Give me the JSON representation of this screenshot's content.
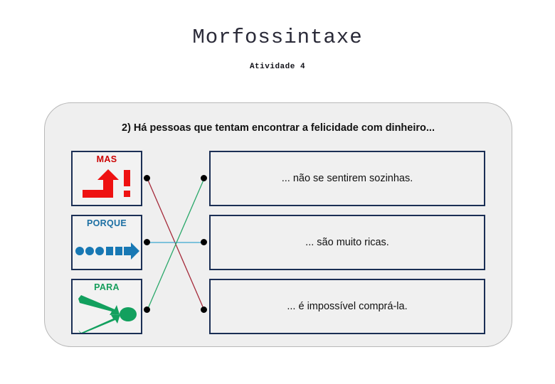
{
  "header": {
    "title": "Morfossintaxe",
    "subtitle": "Atividade 4"
  },
  "exercise": {
    "question": "2) Há pessoas que tentam encontrar a felicidade com dinheiro...",
    "connector_boxes": [
      {
        "label": "MAS",
        "color": "#cc0000",
        "icon": "up-turn-arrow-exclamation-icon"
      },
      {
        "label": "PORQUE",
        "color": "#1c6fa3",
        "icon": "dotted-right-arrow-icon"
      },
      {
        "label": "PARA",
        "color": "#169e5c",
        "icon": "converging-arrows-target-icon"
      }
    ],
    "answer_boxes": [
      {
        "text": "... não se sentirem sozinhas."
      },
      {
        "text": "... são muito ricas."
      },
      {
        "text": "... é impossível comprá-la."
      }
    ],
    "matches": [
      {
        "from_row": 1,
        "to_row": 3,
        "color": "#a52a3a",
        "name": "match-line-mas"
      },
      {
        "from_row": 2,
        "to_row": 2,
        "color": "#3aa8cf",
        "name": "match-line-porque"
      },
      {
        "from_row": 3,
        "to_row": 1,
        "color": "#2aa86a",
        "name": "match-line-para"
      }
    ]
  },
  "theme": {
    "panel_bg": "#efefef",
    "panel_border": "#b8b8b8",
    "box_border": "#1b2f55",
    "box_bg": "#f0f0f0",
    "dot_color": "#000000",
    "slide_bg": "#ffffff"
  }
}
